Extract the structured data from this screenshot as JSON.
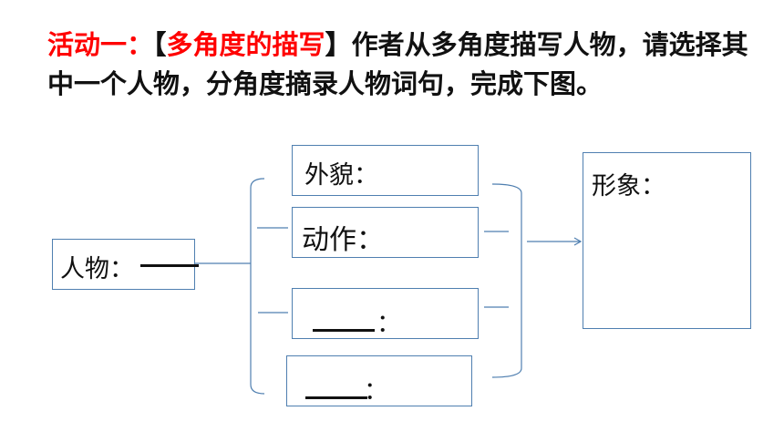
{
  "activity": {
    "title": "活动一：",
    "bracket_open": "【",
    "topic": "多角度的描写",
    "bracket_close": "】",
    "instruction": "作者从多角度描写人物，请选择其中一个人物，分角度摘录人物词句，完成下图。"
  },
  "diagram": {
    "person": {
      "label": "人物："
    },
    "aspects": [
      {
        "label": "外貌："
      },
      {
        "label": "动作："
      },
      {
        "label": "："
      },
      {
        "label": "："
      }
    ],
    "image_box": {
      "label": "形象："
    }
  },
  "colors": {
    "accent_red": "#ff0000",
    "line_blue": "#4f7fb0"
  }
}
